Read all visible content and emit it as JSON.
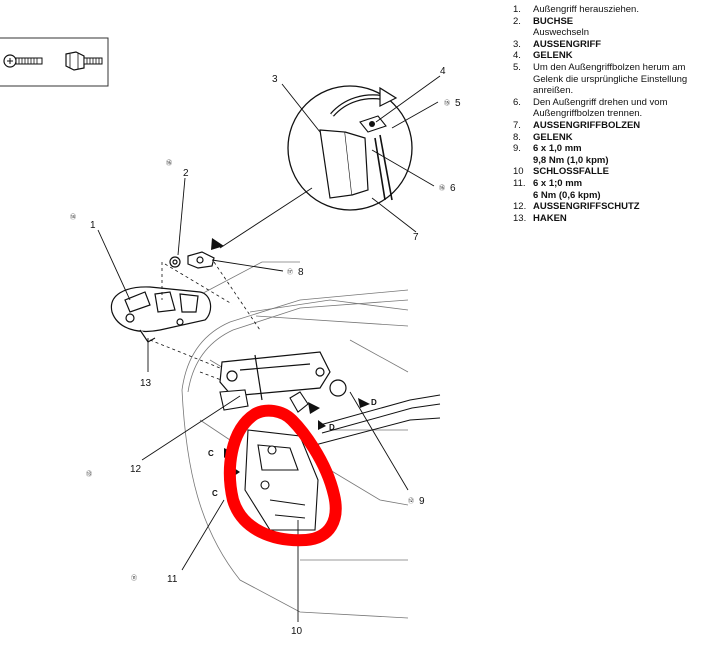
{
  "legend": [
    {
      "num": "1.",
      "lines": [
        "Außengriff herausziehen."
      ],
      "bold": false
    },
    {
      "num": "2.",
      "lines": [
        "BUCHSE",
        "Auswechseln"
      ],
      "bold": true
    },
    {
      "num": "3.",
      "lines": [
        "AUSSENGRIFF"
      ],
      "bold": true
    },
    {
      "num": "4.",
      "lines": [
        "GELENK"
      ],
      "bold": true
    },
    {
      "num": "5.",
      "lines": [
        "Um den Außengriffbolzen herum am",
        "Gelenk die ursprüngliche Einstellung",
        "anreißen."
      ],
      "bold": false
    },
    {
      "num": "6.",
      "lines": [
        "Den Außengriff drehen und vom",
        "Außengriffbolzen trennen."
      ],
      "bold": false
    },
    {
      "num": "7.",
      "lines": [
        "AUSSENGRIFFBOLZEN"
      ],
      "bold": true
    },
    {
      "num": "8.",
      "lines": [
        "GELENK"
      ],
      "bold": true
    },
    {
      "num": "9.",
      "lines": [
        "6 x 1,0 mm",
        "9,8 Nm (1,0 kpm)"
      ],
      "bold": true
    },
    {
      "num": "10",
      "lines": [
        "SCHLOSSFALLE"
      ],
      "bold": true
    },
    {
      "num": "11.",
      "lines": [
        "6 x 1;0 mm",
        "6 Nm (0,6 kpm)"
      ],
      "bold": true
    },
    {
      "num": "12.",
      "lines": [
        "AUSSENGRIFFSCHUTZ"
      ],
      "bold": true
    },
    {
      "num": "13.",
      "lines": [
        "HAKEN"
      ],
      "bold": true
    }
  ],
  "callouts": {
    "n1": "1",
    "n2": "2",
    "n3": "3",
    "n4": "4",
    "n5": "5",
    "n6": "6",
    "n7": "7",
    "n8": "8",
    "n9": "9",
    "n10": "10",
    "n11": "11",
    "n12": "12",
    "n13": "13"
  },
  "circled": {
    "c5": "⑮",
    "c6": "⑯",
    "c8": "⑰",
    "c9": "⑫",
    "c14": "⑭",
    "c16": "⑯",
    "c13": "⑬",
    "c11": "⑪"
  },
  "letters": {
    "c": "C",
    "d": "D"
  },
  "colors": {
    "highlight": "#ff0000",
    "line": "#111111",
    "light": "#777777"
  }
}
